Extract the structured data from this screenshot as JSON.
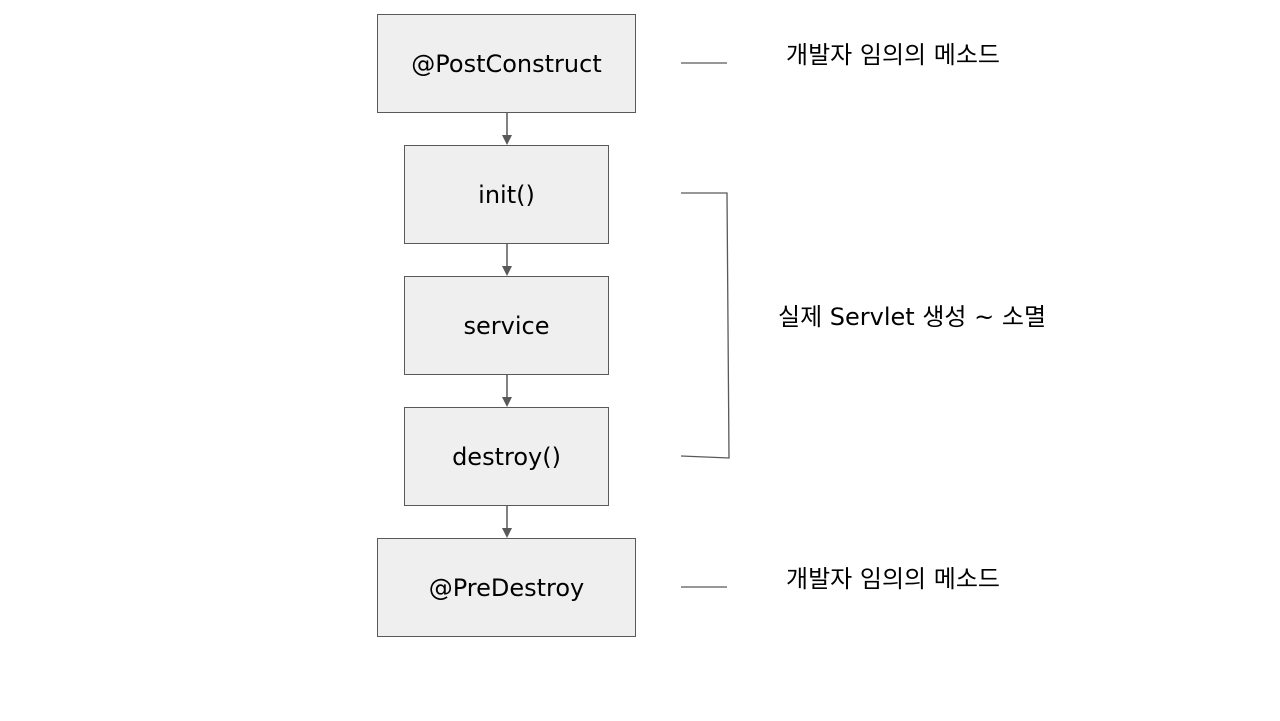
{
  "diagram": {
    "boxes": {
      "post_construct": "@PostConstruct",
      "init": "init()",
      "service": "service",
      "destroy": "destroy()",
      "pre_destroy": "@PreDestroy"
    },
    "notes": {
      "post_construct_note": "개발자 임의의 메소드",
      "servlet_range_note": "실제 Servlet 생성 ~ 소멸",
      "pre_destroy_note": "개발자 임의의 메소드"
    },
    "colors": {
      "box_fill": "#efefef",
      "box_border": "#595959",
      "line": "#595959",
      "text": "#000000"
    }
  }
}
